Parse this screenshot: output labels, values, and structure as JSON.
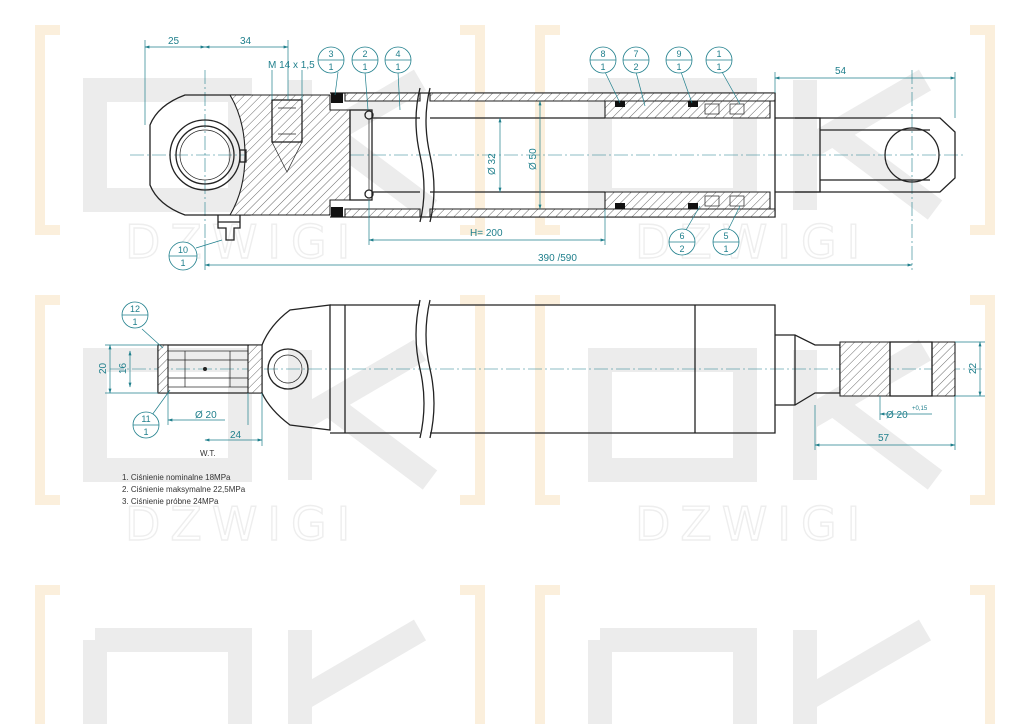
{
  "watermark": {
    "brand_text": "DZWIGI"
  },
  "dimensions": {
    "d25": "25",
    "d34": "34",
    "thread": "M 14 x 1,5",
    "d54": "54",
    "dia32": "Ø 32",
    "dia50": "Ø 50",
    "stroke": "H= 200",
    "overall": "390 /590",
    "d20": "20",
    "d16": "16",
    "dia20_left": "Ø 20",
    "d24": "24",
    "dia20_right": "Ø 20",
    "tolerance": "+0,15",
    "d57": "57",
    "d22": "22"
  },
  "balloons": [
    {
      "id": "3",
      "qty": "1"
    },
    {
      "id": "2",
      "qty": "1"
    },
    {
      "id": "4",
      "qty": "1"
    },
    {
      "id": "8",
      "qty": "1"
    },
    {
      "id": "7",
      "qty": "2"
    },
    {
      "id": "9",
      "qty": "1"
    },
    {
      "id": "1",
      "qty": "1"
    },
    {
      "id": "10",
      "qty": "1"
    },
    {
      "id": "6",
      "qty": "2"
    },
    {
      "id": "5",
      "qty": "1"
    },
    {
      "id": "12",
      "qty": "1"
    },
    {
      "id": "11",
      "qty": "1"
    }
  ],
  "label_wt": "W.T.",
  "notes": [
    "1. Ciśnienie nominalne 18MPa",
    "2. Ciśnienie maksymalne 22,5MPa",
    "3. Ciśnienie próbne 24MPa"
  ]
}
